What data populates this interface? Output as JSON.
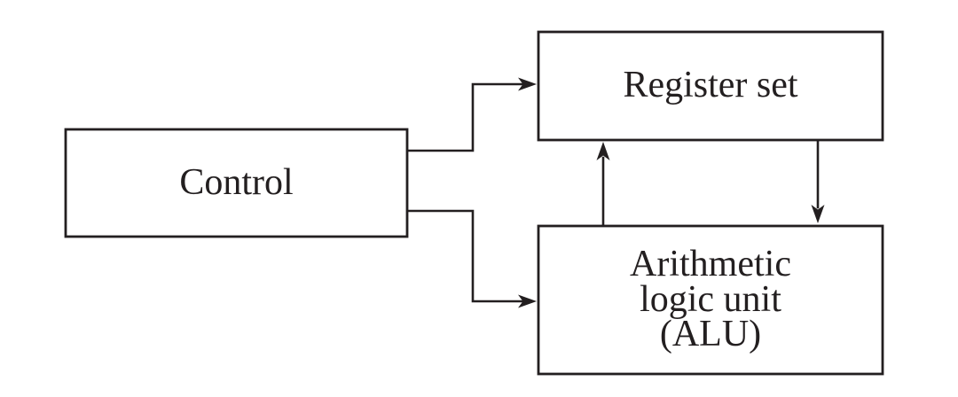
{
  "canvas": {
    "background": "#ffffff",
    "line_color": "#231f20"
  },
  "nodes": {
    "control": {
      "label": "Control"
    },
    "register_set": {
      "label": "Register set"
    },
    "alu": {
      "line1": "Arithmetic",
      "line2": "logic unit",
      "line3": "(ALU)"
    }
  }
}
